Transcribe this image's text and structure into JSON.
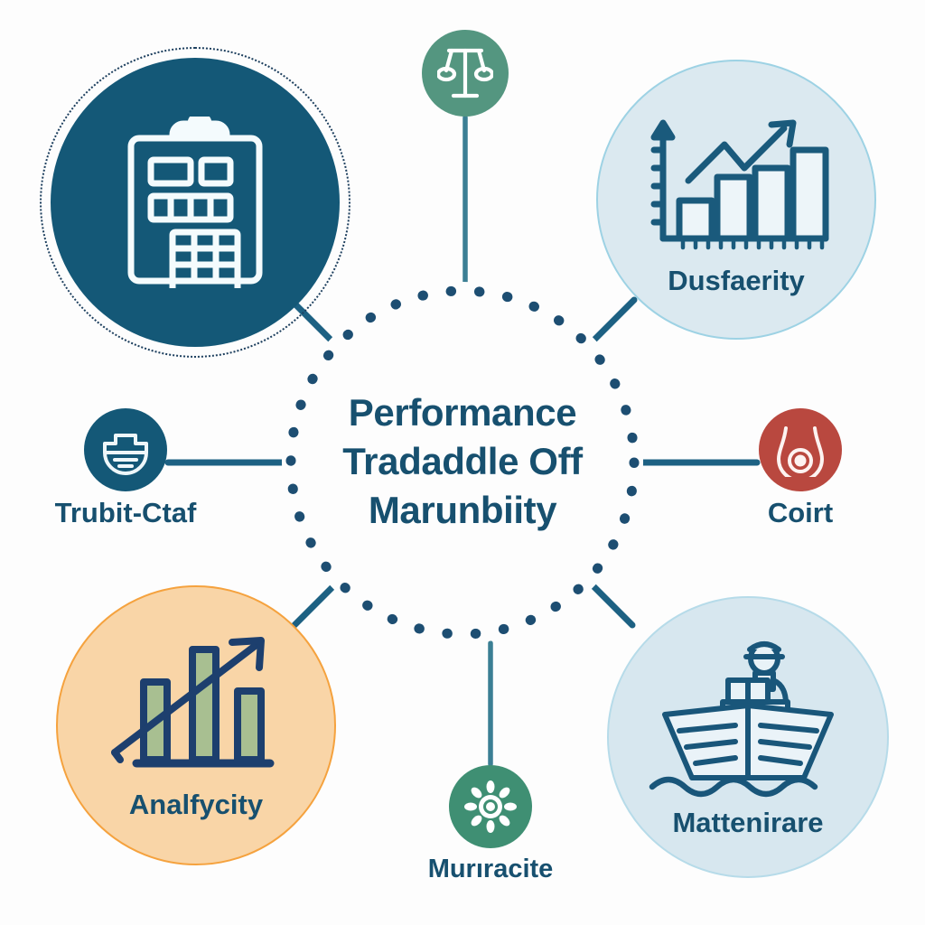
{
  "diagram": {
    "center": {
      "lines": [
        "Performance",
        "Tradaddle Off",
        "Marunbiity"
      ],
      "text_color": "#17506f",
      "ring_style": "dotted"
    },
    "nodes": [
      {
        "id": "clipboard",
        "label": "",
        "icon": "clipboard-calculator-icon",
        "fill": "#145877",
        "position": "top-left",
        "ring": "dotted"
      },
      {
        "id": "scale",
        "label": "",
        "icon": "balance-scale-icon",
        "fill": "#549680",
        "position": "top-center"
      },
      {
        "id": "growth",
        "label": "Dusfaerity",
        "icon": "bar-chart-growth-icon",
        "fill": "#dbe9f0",
        "border": "#9dd2e4",
        "position": "top-right"
      },
      {
        "id": "shield",
        "label": "Trubit-Ctaf",
        "icon": "shield-badge-icon",
        "fill": "#145877",
        "position": "left"
      },
      {
        "id": "cost",
        "label": "Coirt",
        "icon": "water-drop-icon",
        "fill": "#b9483f",
        "position": "right"
      },
      {
        "id": "analytics",
        "label": "Analfycity",
        "icon": "bar-chart-arrow-icon",
        "fill": "#f9d5a7",
        "border": "#f5a23e",
        "position": "bottom-left"
      },
      {
        "id": "gear",
        "label": "Murıracite",
        "icon": "gear-icon",
        "fill": "#3f8f73",
        "position": "bottom-center"
      },
      {
        "id": "ship",
        "label": "Mattenirare",
        "icon": "ship-sailor-icon",
        "fill": "#d7e7ef",
        "border": "#b6dbe9",
        "position": "bottom-right"
      }
    ],
    "connector_color": "#1d6183",
    "background": "#fdfdfd"
  }
}
